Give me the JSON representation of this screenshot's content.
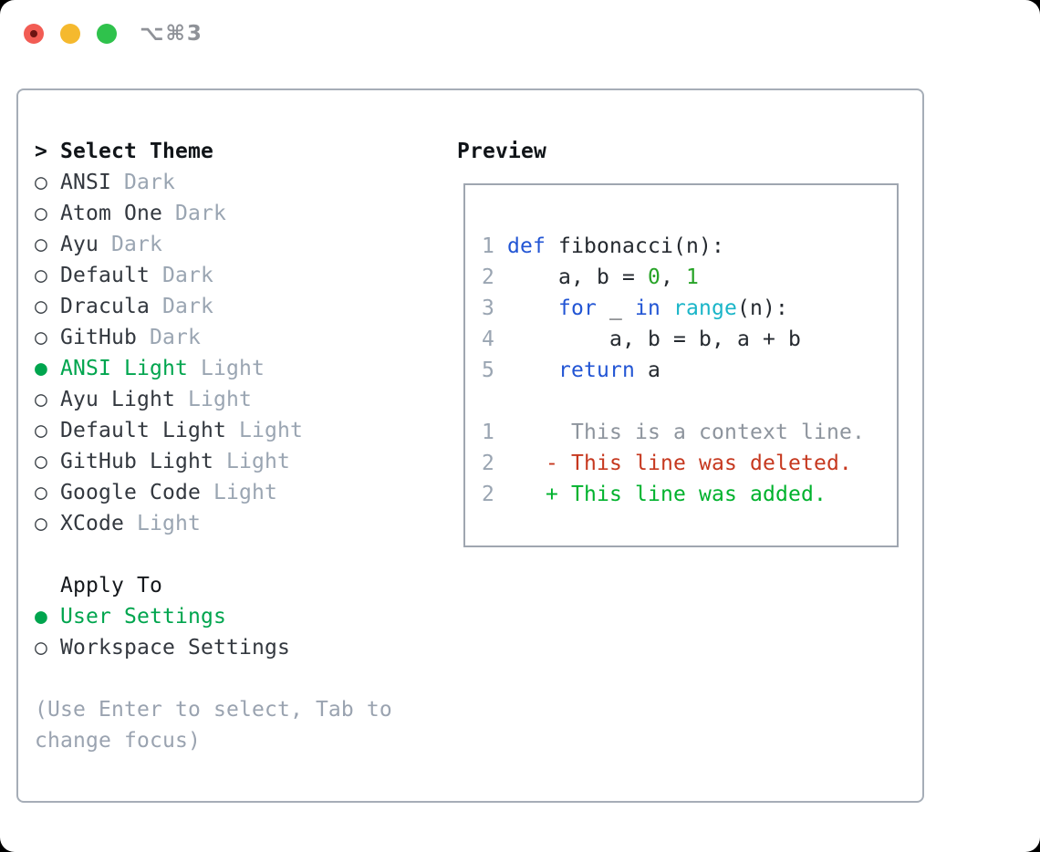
{
  "window": {
    "shortcut": "⌥⌘3"
  },
  "traffic_lights": [
    {
      "name": "close",
      "color": "#f25c54"
    },
    {
      "name": "minimize",
      "color": "#f5b92e"
    },
    {
      "name": "zoom",
      "color": "#2fc24c"
    }
  ],
  "colors": {
    "selection_green": "#00a54e",
    "keyword_blue": "#2255d4",
    "builtin_cyan": "#1ab5c8",
    "number_green": "#27a327",
    "diff_red": "#c6381f",
    "diff_green": "#00b22d",
    "muted_gray": "#9aa5b2",
    "border_gray": "#a6adb7"
  },
  "theme_panel": {
    "lines": [
      {
        "name": "select-theme-header",
        "interactable": false,
        "segments": [
          {
            "text": "> ",
            "style": "prompt"
          },
          {
            "text": "Select Theme",
            "style": "title"
          }
        ]
      },
      {
        "name": "theme-option-ansi-dark",
        "interactable": true,
        "segments": [
          {
            "text": "○ ",
            "style": "radio"
          },
          {
            "text": "ANSI",
            "style": "item"
          },
          {
            "text": " Dark",
            "style": "variant"
          }
        ]
      },
      {
        "name": "theme-option-atom-one-dark",
        "interactable": true,
        "segments": [
          {
            "text": "○ ",
            "style": "radio"
          },
          {
            "text": "Atom One",
            "style": "item"
          },
          {
            "text": " Dark",
            "style": "variant"
          }
        ]
      },
      {
        "name": "theme-option-ayu-dark",
        "interactable": true,
        "segments": [
          {
            "text": "○ ",
            "style": "radio"
          },
          {
            "text": "Ayu",
            "style": "item"
          },
          {
            "text": " Dark",
            "style": "variant"
          }
        ]
      },
      {
        "name": "theme-option-default-dark",
        "interactable": true,
        "segments": [
          {
            "text": "○ ",
            "style": "radio"
          },
          {
            "text": "Default",
            "style": "item"
          },
          {
            "text": " Dark",
            "style": "variant"
          }
        ]
      },
      {
        "name": "theme-option-dracula-dark",
        "interactable": true,
        "segments": [
          {
            "text": "○ ",
            "style": "radio"
          },
          {
            "text": "Dracula",
            "style": "item"
          },
          {
            "text": " Dark",
            "style": "variant"
          }
        ]
      },
      {
        "name": "theme-option-github-dark",
        "interactable": true,
        "segments": [
          {
            "text": "○ ",
            "style": "radio"
          },
          {
            "text": "GitHub",
            "style": "item"
          },
          {
            "text": " Dark",
            "style": "variant"
          }
        ]
      },
      {
        "name": "theme-option-ansi-light",
        "interactable": true,
        "segments": [
          {
            "text": "● ",
            "style": "radio-on"
          },
          {
            "text": "ANSI Light",
            "style": "item-selected"
          },
          {
            "text": " Light",
            "style": "variant"
          }
        ]
      },
      {
        "name": "theme-option-ayu-light",
        "interactable": true,
        "segments": [
          {
            "text": "○ ",
            "style": "radio"
          },
          {
            "text": "Ayu Light",
            "style": "item"
          },
          {
            "text": " Light",
            "style": "variant"
          }
        ]
      },
      {
        "name": "theme-option-default-light",
        "interactable": true,
        "segments": [
          {
            "text": "○ ",
            "style": "radio"
          },
          {
            "text": "Default Light",
            "style": "item"
          },
          {
            "text": " Light",
            "style": "variant"
          }
        ]
      },
      {
        "name": "theme-option-github-light",
        "interactable": true,
        "segments": [
          {
            "text": "○ ",
            "style": "radio"
          },
          {
            "text": "GitHub Light",
            "style": "item"
          },
          {
            "text": " Light",
            "style": "variant"
          }
        ]
      },
      {
        "name": "theme-option-google-code-light",
        "interactable": true,
        "segments": [
          {
            "text": "○ ",
            "style": "radio"
          },
          {
            "text": "Google Code",
            "style": "item"
          },
          {
            "text": " Light",
            "style": "variant"
          }
        ]
      },
      {
        "name": "theme-option-xcode-light",
        "interactable": true,
        "segments": [
          {
            "text": "○ ",
            "style": "radio"
          },
          {
            "text": "XCode",
            "style": "item"
          },
          {
            "text": " Light",
            "style": "variant"
          }
        ]
      },
      {
        "name": "spacer-line",
        "interactable": false,
        "segments": []
      },
      {
        "name": "apply-to-header",
        "interactable": false,
        "segments": [
          {
            "text": "  ",
            "style": "code"
          },
          {
            "text": "Apply To",
            "style": "subhead"
          }
        ]
      },
      {
        "name": "apply-option-user-settings",
        "interactable": true,
        "segments": [
          {
            "text": "● ",
            "style": "radio-on"
          },
          {
            "text": "User Settings",
            "style": "item-selected"
          }
        ]
      },
      {
        "name": "apply-option-workspace-settings",
        "interactable": true,
        "segments": [
          {
            "text": "○ ",
            "style": "radio"
          },
          {
            "text": "Workspace Settings",
            "style": "item"
          }
        ]
      },
      {
        "name": "spacer-line",
        "interactable": false,
        "segments": []
      },
      {
        "name": "hint-line-1",
        "interactable": false,
        "segments": [
          {
            "text": "(Use Enter to select, Tab to",
            "style": "hint"
          }
        ]
      },
      {
        "name": "hint-line-2",
        "interactable": false,
        "segments": [
          {
            "text": "change focus)",
            "style": "hint"
          }
        ]
      }
    ]
  },
  "preview": {
    "label": "Preview",
    "lines": [
      {
        "name": "code-line-1",
        "interactable": false,
        "segments": [
          {
            "text": "1 ",
            "style": "num"
          },
          {
            "text": "def",
            "style": "kw"
          },
          {
            "text": " fibonacci(n):",
            "style": "code"
          }
        ]
      },
      {
        "name": "code-line-2",
        "interactable": false,
        "segments": [
          {
            "text": "2 ",
            "style": "num"
          },
          {
            "text": "    a, b = ",
            "style": "code"
          },
          {
            "text": "0",
            "style": "lit"
          },
          {
            "text": ", ",
            "style": "code"
          },
          {
            "text": "1",
            "style": "lit"
          }
        ]
      },
      {
        "name": "code-line-3",
        "interactable": false,
        "segments": [
          {
            "text": "3 ",
            "style": "num"
          },
          {
            "text": "    ",
            "style": "code"
          },
          {
            "text": "for",
            "style": "kw"
          },
          {
            "text": " _ ",
            "style": "code"
          },
          {
            "text": "in",
            "style": "kw"
          },
          {
            "text": " ",
            "style": "code"
          },
          {
            "text": "range",
            "style": "fn"
          },
          {
            "text": "(n):",
            "style": "code"
          }
        ]
      },
      {
        "name": "code-line-4",
        "interactable": false,
        "segments": [
          {
            "text": "4 ",
            "style": "num"
          },
          {
            "text": "        a, b = b, a + b",
            "style": "code"
          }
        ]
      },
      {
        "name": "code-line-5",
        "interactable": false,
        "segments": [
          {
            "text": "5 ",
            "style": "num"
          },
          {
            "text": "    ",
            "style": "code"
          },
          {
            "text": "return",
            "style": "kw"
          },
          {
            "text": " a",
            "style": "code"
          }
        ]
      },
      {
        "name": "spacer-line",
        "interactable": false,
        "segments": []
      },
      {
        "name": "diff-context-line",
        "interactable": false,
        "segments": [
          {
            "text": "1 ",
            "style": "num"
          },
          {
            "text": "     ",
            "style": "code"
          },
          {
            "text": "This is a context line.",
            "style": "ctx"
          }
        ]
      },
      {
        "name": "diff-deleted-line",
        "interactable": false,
        "segments": [
          {
            "text": "2 ",
            "style": "num"
          },
          {
            "text": "   ",
            "style": "code"
          },
          {
            "text": "- This line was deleted.",
            "style": "del"
          }
        ]
      },
      {
        "name": "diff-added-line",
        "interactable": false,
        "segments": [
          {
            "text": "2 ",
            "style": "num"
          },
          {
            "text": "   ",
            "style": "code"
          },
          {
            "text": "+ This line was added.",
            "style": "add"
          }
        ]
      }
    ]
  }
}
